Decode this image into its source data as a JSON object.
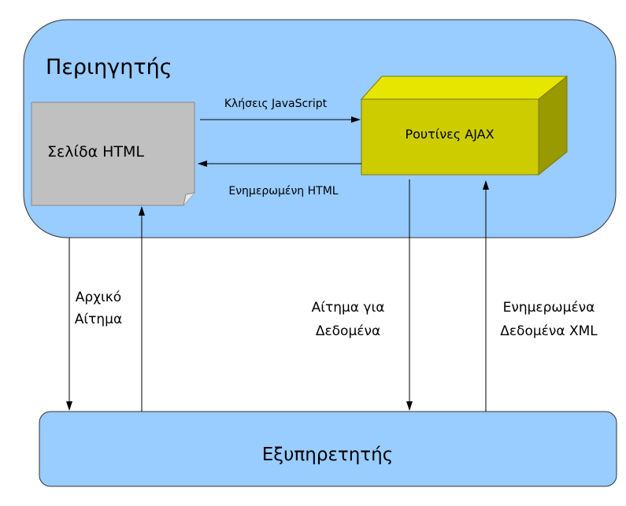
{
  "browser": {
    "title": "Περιηγητής"
  },
  "html_page": {
    "label": "Σελίδα HTML"
  },
  "ajax": {
    "label": "Ρουτίνες AJAX"
  },
  "server": {
    "label": "Εξυπηρετητής"
  },
  "arrows": {
    "js_calls": "Κλήσεις JavaScript",
    "updated_html": "Ενημερωμένη HTML",
    "initial_request": {
      "line1": "Αρχικό",
      "line2": "Αίτημα"
    },
    "data_request": {
      "line1": "Αίτημα για",
      "line2": "Δεδομένα"
    },
    "updated_xml": {
      "line1": "Ενημερωμένα",
      "line2": "Δεδομένα XML"
    }
  },
  "colors": {
    "container_fill": "#99ccff",
    "page_fill": "#c0c0c0",
    "ajax_front": "#cccc00",
    "ajax_top": "#e6e600",
    "ajax_side": "#999900"
  }
}
